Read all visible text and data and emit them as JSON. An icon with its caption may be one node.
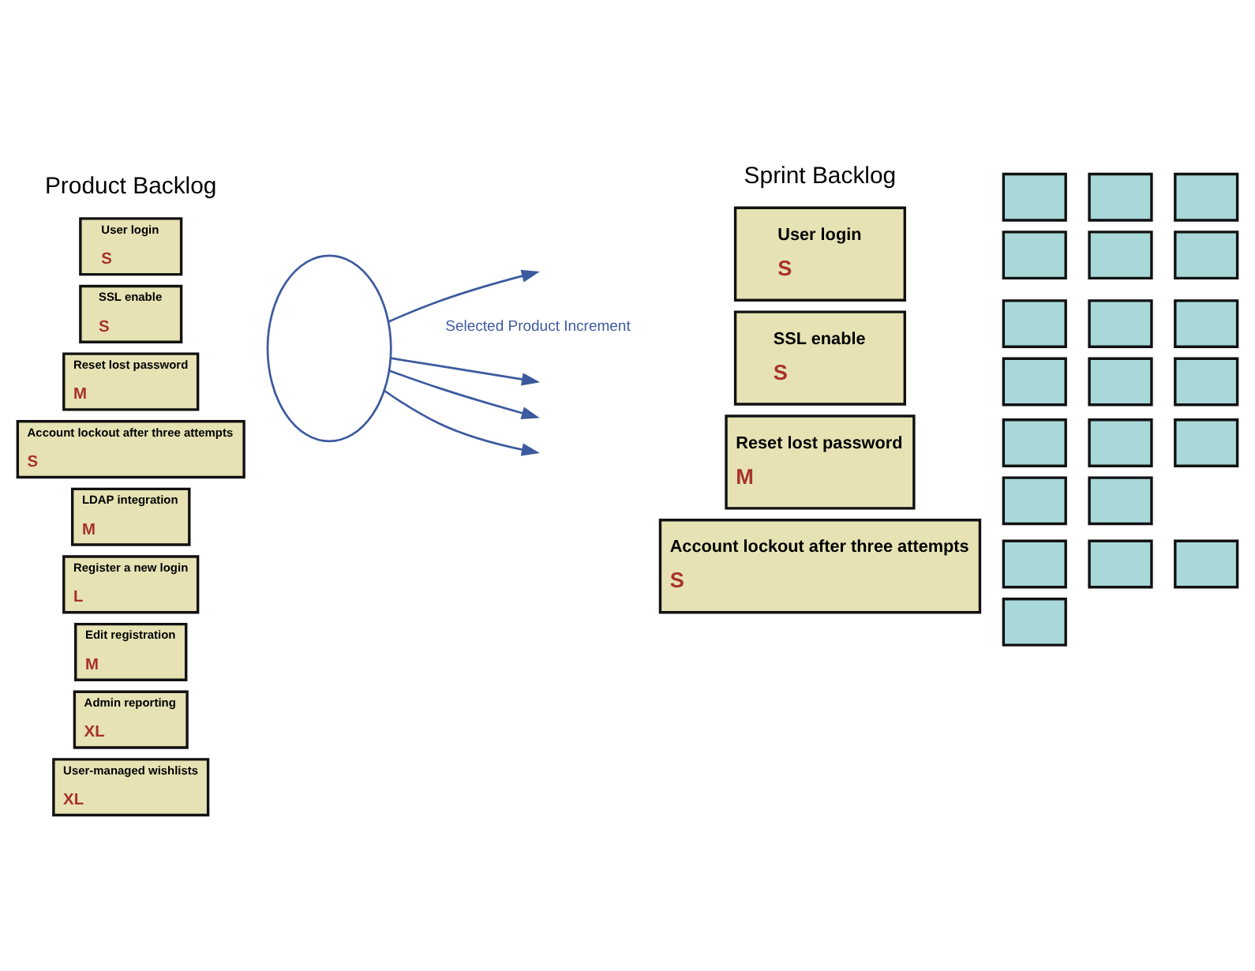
{
  "diagram": {
    "nodes": [
      {
        "text": [
          "User login",
          "S"
        ]
      },
      {
        "text": [
          "SSL enable",
          "S"
        ]
      },
      {
        "text": [
          "Reset lost password",
          "M"
        ]
      },
      {
        "text": [
          "Account lockout after three attempts",
          "S"
        ]
      },
      {
        "text": [
          "LDAP integration",
          "M"
        ]
      },
      {
        "text": [
          "Register a new login",
          "L"
        ]
      },
      {
        "text": [
          "Edit registration",
          "M"
        ]
      },
      {
        "text": [
          "Admin reporting",
          "XL"
        ]
      },
      {
        "text": [
          "User-managed wishlists",
          "XL"
        ]
      },
      {
        "text": [],
        "shape": "ellipse"
      },
      {
        "text": [
          "User login",
          "S"
        ]
      },
      {
        "text": [],
        "shape": "box"
      },
      {
        "text": [],
        "shape": "box"
      },
      {
        "text": [],
        "shape": "box"
      },
      {
        "text": [],
        "shape": "box"
      },
      {
        "text": [],
        "shape": "box"
      },
      {
        "text": [],
        "shape": "box"
      },
      {
        "text": [
          "SSL enable",
          "S"
        ]
      },
      {
        "text": [],
        "shape": "box"
      },
      {
        "text": [],
        "shape": "box"
      },
      {
        "text": [],
        "shape": "box"
      },
      {
        "text": [],
        "shape": "box"
      },
      {
        "text": [],
        "shape": "box"
      },
      {
        "text": [],
        "shape": "box"
      },
      {
        "text": [
          "Reset lost password",
          "M"
        ]
      },
      {
        "text": [],
        "shape": "box"
      },
      {
        "text": [],
        "shape": "box"
      },
      {
        "text": [],
        "shape": "box"
      },
      {
        "text": [],
        "shape": "box"
      },
      {
        "text": [],
        "shape": "box"
      },
      {
        "text": [
          "Account lockout after three attempts",
          "S"
        ]
      },
      {
        "text": [],
        "shape": "box"
      },
      {
        "text": [],
        "shape": "box"
      },
      {
        "text": [],
        "shape": "box"
      },
      {
        "text": [],
        "shape": "box"
      }
    ],
    "edges": [
      {
        "from": 9,
        "to": null,
        "arrow": "to"
      },
      {
        "from": 9,
        "to": null,
        "arrow": "to"
      },
      {
        "from": 9,
        "to": null,
        "arrow": "to"
      },
      {
        "from": 9,
        "to": null,
        "arrow": "to"
      }
    ],
    "labels": [
      "Product Backlog",
      "Sprint Backlog",
      "Selected Product Increment"
    ]
  }
}
